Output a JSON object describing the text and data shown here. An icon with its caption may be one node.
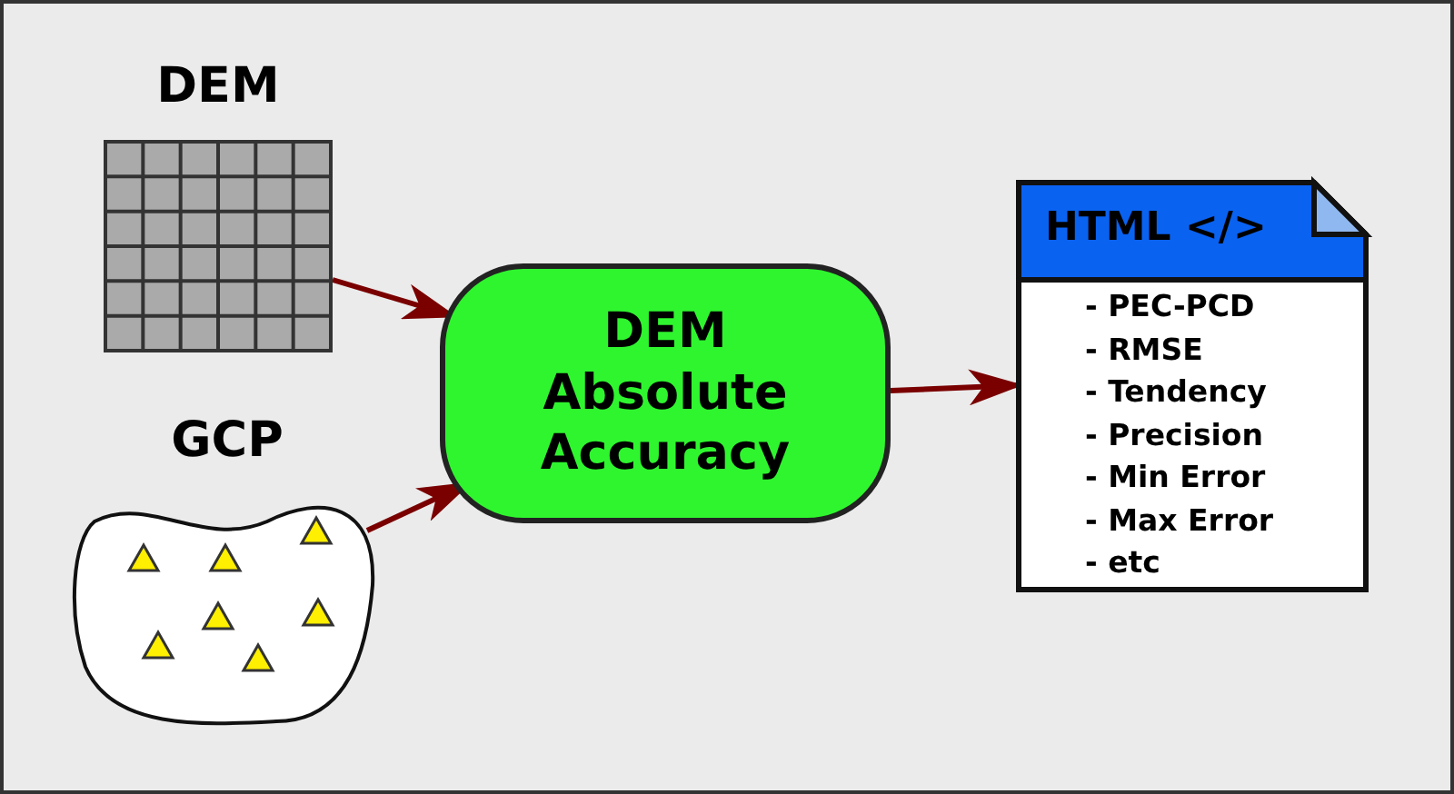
{
  "diagram": {
    "nodes": [
      {
        "text": [
          "DEM"
        ]
      },
      {
        "text": [
          "GCP"
        ]
      },
      {
        "text": [
          "DEM Absolute Accuracy"
        ]
      },
      {
        "text": [
          "HTML </>",
          "- PEC-PCD",
          "- RMSE",
          "- Tendency",
          "- Precision",
          "- Min Error",
          "- Max Error",
          "- etc"
        ]
      }
    ],
    "edges": [
      {
        "from": 0,
        "to": 2,
        "arrow": "to"
      },
      {
        "from": 1,
        "to": 2,
        "arrow": "to"
      },
      {
        "from": 2,
        "to": 3,
        "arrow": "to"
      }
    ]
  }
}
